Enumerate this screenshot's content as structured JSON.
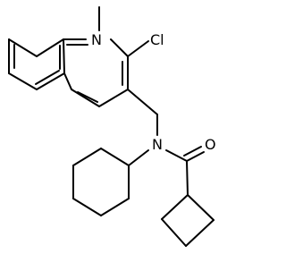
{
  "molecule": {
    "atoms": {
      "n_ring": "N",
      "cl": "Cl",
      "n_amide": "N",
      "o": "O"
    }
  }
}
